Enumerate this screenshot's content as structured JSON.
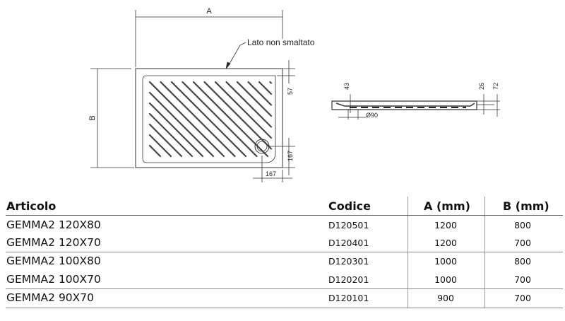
{
  "drawing": {
    "dim_a": "A",
    "dim_b": "B",
    "note": "Lato non smaltato",
    "dim_57": "57",
    "dim_167_v": "167",
    "dim_167_h": "167",
    "dim_43": "43",
    "dim_26": "26",
    "dim_72": "72",
    "dim_d90": "Ø90"
  },
  "table": {
    "headers": [
      "Articolo",
      "Codice",
      "A (mm)",
      "B (mm)"
    ],
    "rows": [
      [
        "GEMMA2  120X80",
        "D120501",
        "1200",
        "800"
      ],
      [
        "GEMMA2  120X70",
        "D120401",
        "1200",
        "700"
      ],
      [
        "GEMMA2 100X80",
        "D120301",
        "1000",
        "800"
      ],
      [
        "GEMMA2 100X70",
        "D120201",
        "1000",
        "700"
      ],
      [
        "GEMMA2  90X70",
        "D120101",
        "900",
        "700"
      ]
    ]
  }
}
